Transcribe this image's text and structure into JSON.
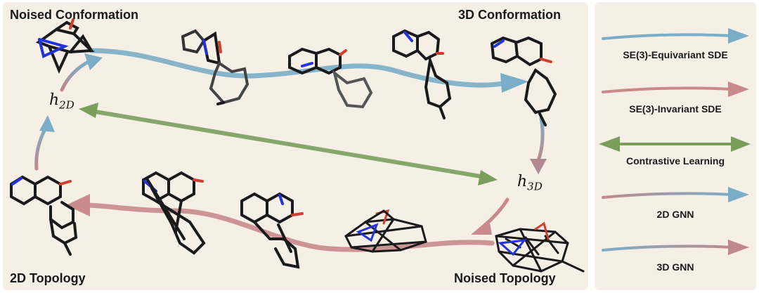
{
  "labels": {
    "noised_conformation": "Noised Conformation",
    "conformation_3d": "3D Conformation",
    "topology_2d": "2D Topology",
    "noised_topology": "Noised Topology"
  },
  "math": {
    "h2d_base": "h",
    "h2d_sub": "2D",
    "h3d_base": "h",
    "h3d_sub": "3D"
  },
  "legend": {
    "items": [
      {
        "label": "SE(3)-Equivariant SDE",
        "style": "solid",
        "color": "#7aaec8"
      },
      {
        "label": "SE(3)-Invariant SDE",
        "style": "solid",
        "color": "#c98a8c"
      },
      {
        "label": "Contrastive Learning",
        "style": "double",
        "color": "#7a9e5c"
      },
      {
        "label": "2D GNN",
        "style": "gradient",
        "from": "#c0888c",
        "to": "#7aaec8"
      },
      {
        "label": "3D GNN",
        "style": "gradient",
        "from": "#7aaec8",
        "to": "#c0888c"
      }
    ]
  },
  "colors": {
    "equivariant": "#7aaec8",
    "invariant": "#c98a8c",
    "contrastive": "#7a9e5c",
    "atom_n": "#2233dd",
    "atom_o": "#d04030",
    "bond": "#1a1a1a"
  }
}
